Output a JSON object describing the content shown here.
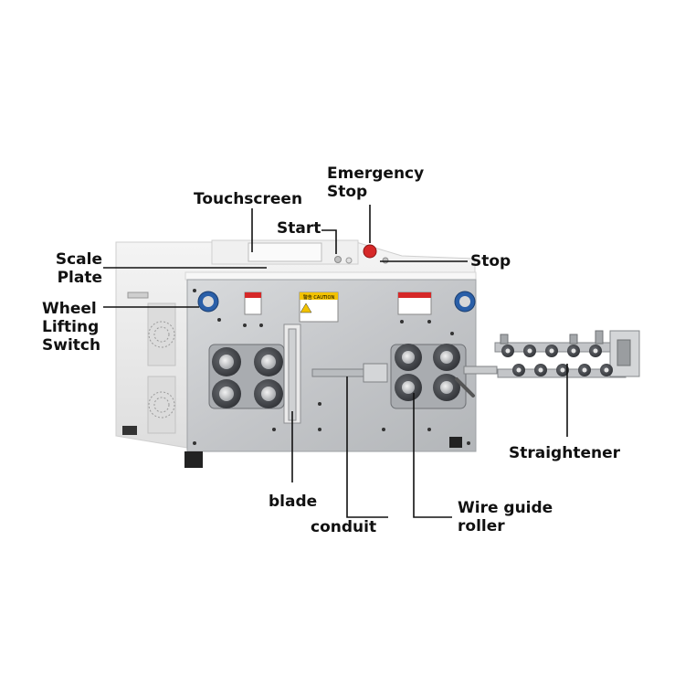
{
  "labels": {
    "emergency_stop": [
      "Emergency",
      "Stop"
    ],
    "touchscreen": "Touchscreen",
    "start": "Start",
    "stop": "Stop",
    "scale_plate": [
      "Scale",
      "Plate"
    ],
    "wheel_lifting_switch": [
      "Wheel",
      "Lifting",
      "Switch"
    ],
    "straightener": "Straightener",
    "blade": "blade",
    "conduit": "conduit",
    "wire_guide_roller": [
      "Wire guide",
      "roller"
    ]
  },
  "warning_label": {
    "title": "警告 CAUTION"
  },
  "colors": {
    "body_white": "#eeeeee",
    "panel_steel": "#c9cbcd",
    "roller_dark": "#3a3c40",
    "emergency_red": "#d62828",
    "knob_blue": "#2a5fa8"
  }
}
